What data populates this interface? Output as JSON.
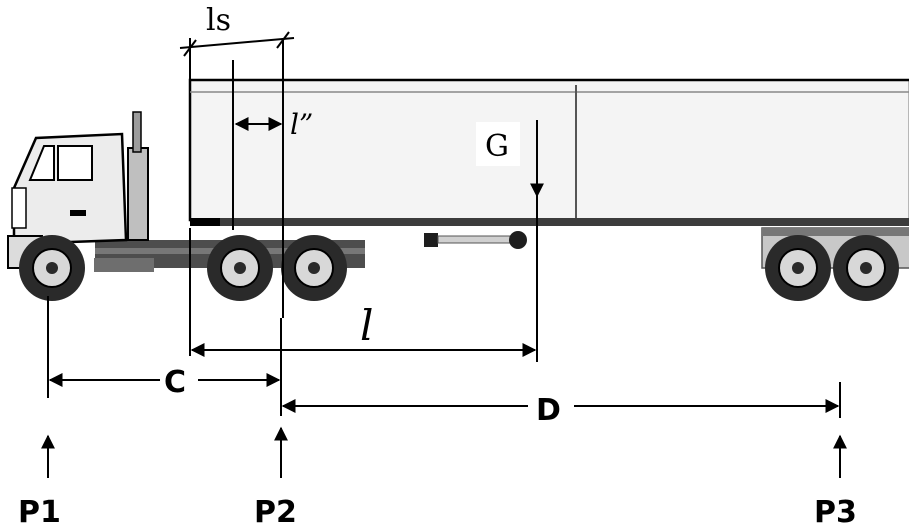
{
  "labels": {
    "ls": "ls",
    "l_double_prime": "l”",
    "G": "G",
    "l": "l",
    "C": "C",
    "D": "D",
    "P1": "P1",
    "P2": "P2",
    "P3": "P3"
  },
  "colors": {
    "line": "#000000",
    "body_fill": "#f4f4f4",
    "cab_fill": "#ececec",
    "frame": "#3c3c3c",
    "tire": "#2a2a2a",
    "hub": "#d8d8d8"
  }
}
